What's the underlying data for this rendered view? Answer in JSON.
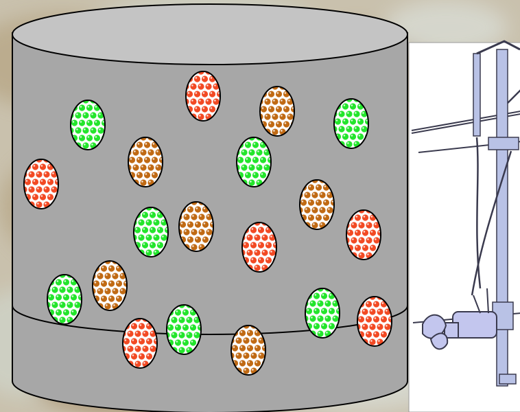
{
  "scene": {
    "background": {
      "base_color": "#c9c1ad",
      "texture_colors": [
        "#b8a787",
        "#cfd3c8",
        "#a99270",
        "#d9dcd4"
      ]
    },
    "tank": {
      "body_color": "#a7a7a7",
      "outline_color": "#000000",
      "top_color": "#c4c4c4"
    },
    "particle_colors": {
      "green": "#23e52c",
      "orange": "#c06a14",
      "red": "#f24a24",
      "highlight": "#ffffff"
    },
    "particles": [
      {
        "color": "red"
      },
      {
        "color": "orange"
      },
      {
        "color": "green"
      },
      {
        "color": "green"
      },
      {
        "color": "red"
      },
      {
        "color": "orange"
      },
      {
        "color": "green"
      },
      {
        "color": "orange"
      },
      {
        "color": "green"
      },
      {
        "color": "orange"
      },
      {
        "color": "red"
      },
      {
        "color": "red"
      },
      {
        "color": "orange"
      },
      {
        "color": "green"
      },
      {
        "color": "red"
      },
      {
        "color": "green"
      },
      {
        "color": "orange"
      },
      {
        "color": "green"
      },
      {
        "color": "red"
      }
    ],
    "mixer": {
      "panel_color": "#ffffff",
      "line_color": "#3a3a4e",
      "mast_color": "#b9c2e6",
      "body_color": "#c3c6ee"
    }
  }
}
